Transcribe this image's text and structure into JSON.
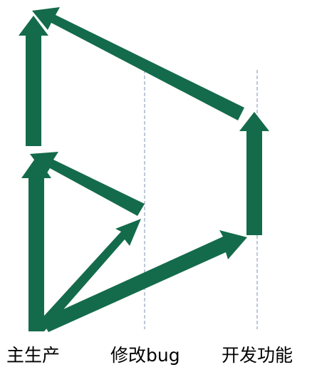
{
  "colors": {
    "arrow": "#146b4c",
    "guide_line": "#7d93b0",
    "background": "#ffffff"
  },
  "branches": [
    {
      "id": "main",
      "label": "主生产"
    },
    {
      "id": "bugfix",
      "label": "修改bug"
    },
    {
      "id": "feature",
      "label": "开发功能"
    }
  ]
}
